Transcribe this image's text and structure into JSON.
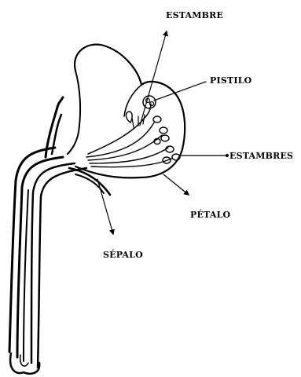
{
  "labels": {
    "estambre": "ESTAMBRE",
    "pistilo": "PISTILO",
    "estambres": "ESTAMBRES",
    "petalo": "PÉTALO",
    "sepalo": "SÉPALO"
  },
  "colors": {
    "ink": "#000000",
    "background": "#ffffff"
  }
}
